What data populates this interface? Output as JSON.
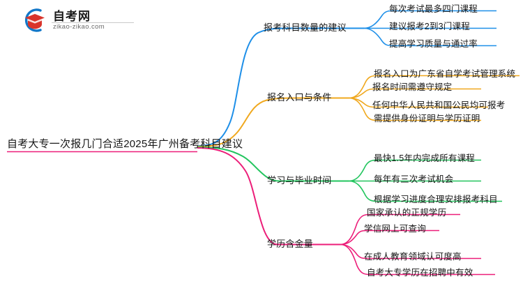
{
  "logo": {
    "icon_name": "zikao-graduation-cap-logo",
    "brand_cn": "自考网",
    "brand_url": "zikao-zikao.com",
    "arc_color": "#1277c8",
    "cap_color": "#d9342b"
  },
  "mindmap": {
    "root": {
      "label": "自考大专一次报几门合适2025年广州备考科目建议"
    },
    "branches": [
      {
        "label": "报考科目数量的建议",
        "color": "#1e8fe8",
        "children": [
          "每次考试最多四门课程",
          "建议报考2到3门课程",
          "提高学习质量与通过率"
        ]
      },
      {
        "label": "报名入口与条件",
        "color": "#f0a81e",
        "children": [
          "报名入口为广东省自学考试管理系统",
          "报名时间需遵守规定",
          "任何中华人民共和国公民均可报考",
          "需提供身份证明与学历证明"
        ]
      },
      {
        "label": "学习与毕业时间",
        "color": "#22c55e",
        "children": [
          "最快1.5年内完成所有课程",
          "每年有三次考试机会",
          "根据学习进度合理安排报考科目"
        ]
      },
      {
        "label": "学历含金量",
        "color": "#ec1e79",
        "children": [
          "国家承认的正规学历",
          "学信网上可查询",
          "在成人教育领域认可度高",
          "自考大专学历在招聘中有效"
        ]
      }
    ]
  }
}
